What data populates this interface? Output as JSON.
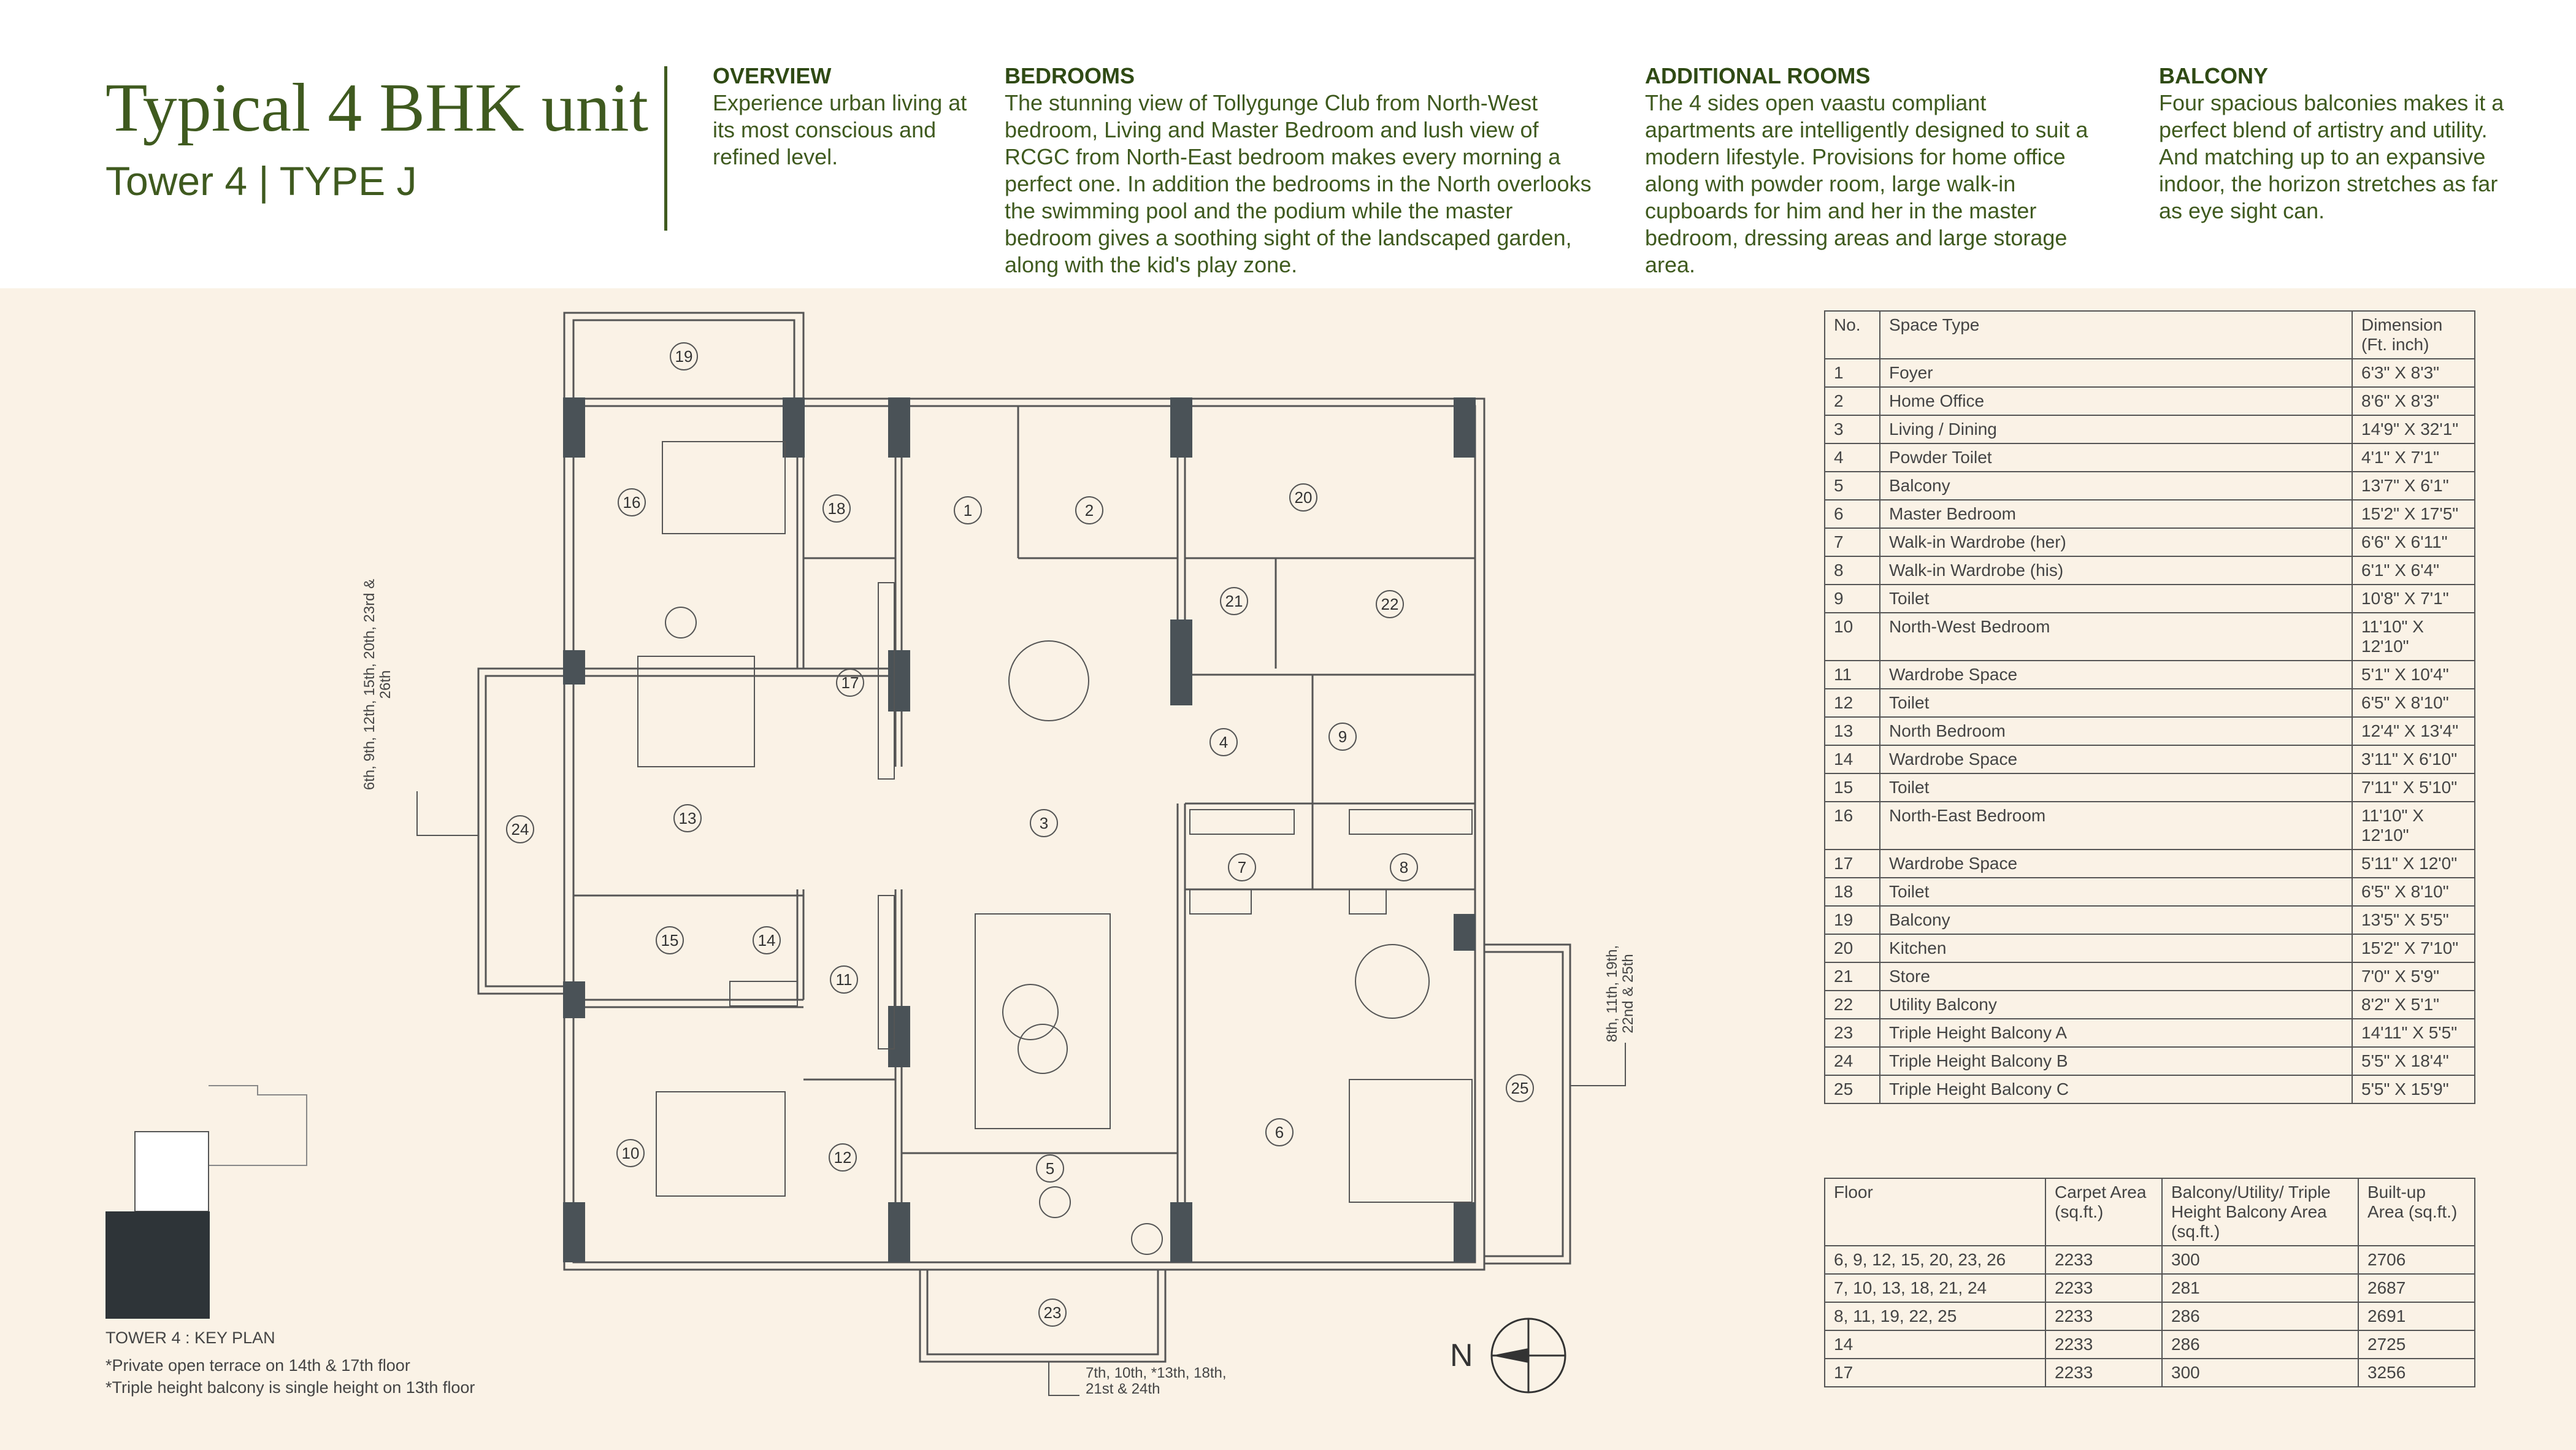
{
  "header": {
    "title": "Typical 4 BHK unit",
    "subtitle": "Tower 4 | TYPE J",
    "sections": [
      {
        "heading": "OVERVIEW",
        "text": "Experience urban living at its most conscious and refined level."
      },
      {
        "heading": "BEDROOMS",
        "text": "The stunning view of Tollygunge Club from North-West bedroom, Living and Master Bedroom and lush view of RCGC from North-East bedroom makes every morning a perfect one. In addition the bedrooms in the North overlooks the swimming pool and the podium while the master bedroom gives a soothing sight of the landscaped garden, along with the kid's play zone."
      },
      {
        "heading": "ADDITIONAL ROOMS",
        "text": "The 4 sides open vaastu compliant apartments are intelligently designed to suit a modern lifestyle. Provisions for home office along with powder room, large walk-in cupboards for him and her in the master bedroom, dressing areas and large storage area."
      },
      {
        "heading": "BALCONY",
        "text": "Four spacious balconies makes it a perfect blend of artistry and utility. And matching up to an expansive indoor, the horizon stretches as far as eye sight can."
      }
    ]
  },
  "space_table": {
    "headers": [
      "No.",
      "Space Type",
      "Dimension (Ft. inch)"
    ],
    "rows": [
      [
        "1",
        "Foyer",
        "6'3\" X 8'3\""
      ],
      [
        "2",
        "Home Office",
        "8'6\" X 8'3\""
      ],
      [
        "3",
        "Living / Dining",
        "14'9\" X 32'1\""
      ],
      [
        "4",
        "Powder Toilet",
        "4'1\" X 7'1\""
      ],
      [
        "5",
        "Balcony",
        "13'7\" X 6'1\""
      ],
      [
        "6",
        "Master Bedroom",
        "15'2\" X 17'5\""
      ],
      [
        "7",
        "Walk-in Wardrobe (her)",
        "6'6\" X 6'11\""
      ],
      [
        "8",
        "Walk-in Wardrobe (his)",
        "6'1\" X 6'4\""
      ],
      [
        "9",
        "Toilet",
        "10'8\" X 7'1\""
      ],
      [
        "10",
        "North-West Bedroom",
        "11'10\" X 12'10\""
      ],
      [
        "11",
        "Wardrobe Space",
        "5'1\" X 10'4\""
      ],
      [
        "12",
        "Toilet",
        "6'5\" X 8'10\""
      ],
      [
        "13",
        "North Bedroom",
        "12'4\" X 13'4\""
      ],
      [
        "14",
        "Wardrobe Space",
        "3'11\" X 6'10\""
      ],
      [
        "15",
        "Toilet",
        "7'11\" X 5'10\""
      ],
      [
        "16",
        "North-East Bedroom",
        "11'10\" X 12'10\""
      ],
      [
        "17",
        "Wardrobe Space",
        "5'11\" X 12'0\""
      ],
      [
        "18",
        "Toilet",
        "6'5\" X 8'10\""
      ],
      [
        "19",
        "Balcony",
        "13'5\" X 5'5\""
      ],
      [
        "20",
        "Kitchen",
        "15'2\" X 7'10\""
      ],
      [
        "21",
        "Store",
        "7'0\" X 5'9\""
      ],
      [
        "22",
        "Utility Balcony",
        "8'2\" X 5'1\""
      ],
      [
        "23",
        "Triple Height Balcony A",
        "14'11\" X 5'5\""
      ],
      [
        "24",
        "Triple Height Balcony B",
        "5'5\" X 18'4\""
      ],
      [
        "25",
        "Triple Height Balcony C",
        "5'5\" X 15'9\""
      ]
    ]
  },
  "floor_table": {
    "headers": [
      "Floor",
      "Carpet Area (sq.ft.)",
      "Balcony/Utility/ Triple Height Balcony Area (sq.ft.)",
      "Built-up Area (sq.ft.)"
    ],
    "rows": [
      [
        "6, 9, 12, 15, 20, 23, 26",
        "2233",
        "300",
        "2706"
      ],
      [
        "7, 10, 13, 18, 21, 24",
        "2233",
        "281",
        "2687"
      ],
      [
        "8, 11, 19, 22, 25",
        "2233",
        "286",
        "2691"
      ],
      [
        "14",
        "2233",
        "286",
        "2725"
      ],
      [
        "17",
        "2233",
        "300",
        "3256"
      ]
    ]
  },
  "plan": {
    "left_note": "6th, 9th, 12th, 15th, 20th, 23rd & 26th",
    "right_note": "8th, 11th, 19th, 22nd & 25th",
    "bottom_note": "7th, 10th, *13th, 18th, 21st & 24th",
    "compass_label": "N"
  },
  "keyplan": {
    "label": "TOWER 4 : KEY PLAN",
    "notes": [
      "*Private open terrace on 14th & 17th floor",
      "*Triple height balcony is single height on 13th floor"
    ]
  },
  "colors": {
    "brand_green": "#3f5a1f",
    "background": "#faf2e6",
    "wall": "#4a5257"
  }
}
